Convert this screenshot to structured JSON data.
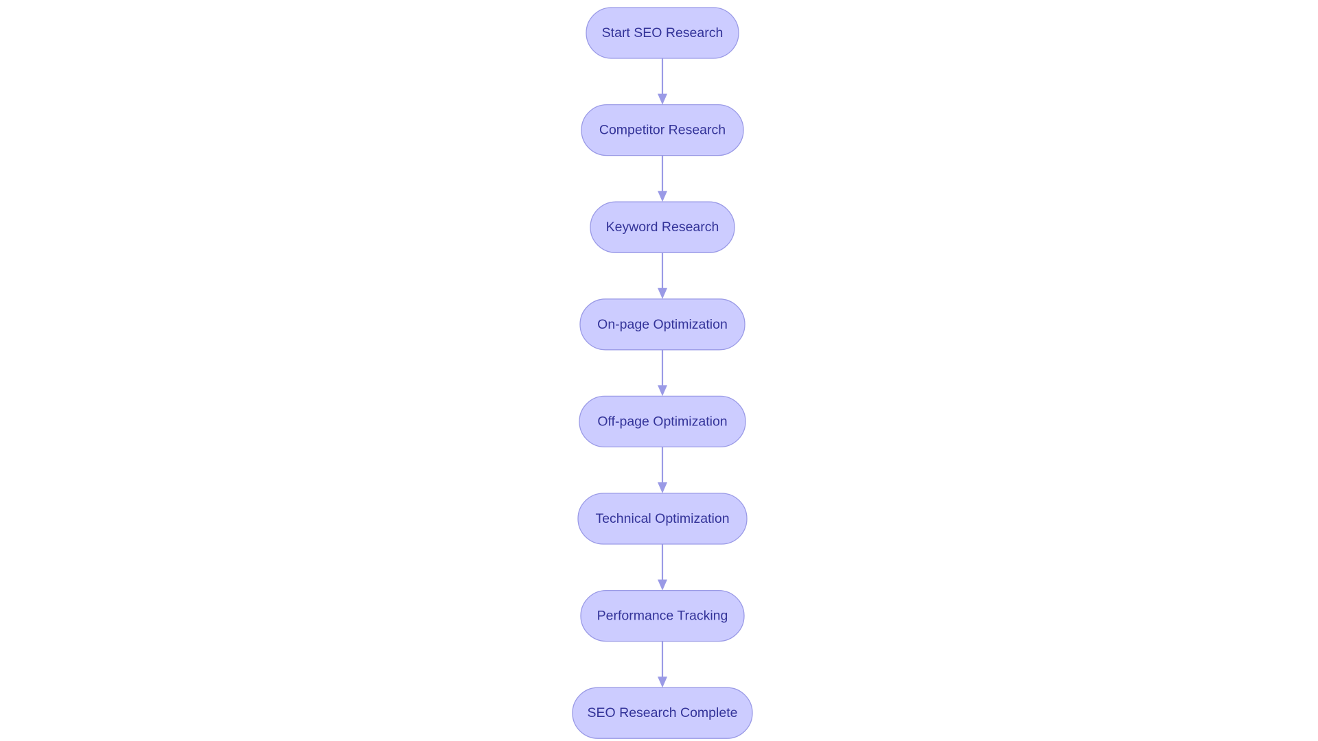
{
  "diagram": {
    "type": "flowchart",
    "direction": "top-to-bottom",
    "colors": {
      "node_fill": "#ccccff",
      "node_border": "#9a9ae6",
      "node_text": "#333399",
      "edge": "#9a9ae6"
    },
    "nodes": [
      {
        "id": "start",
        "label": "Start SEO Research"
      },
      {
        "id": "competitor",
        "label": "Competitor Research"
      },
      {
        "id": "keyword",
        "label": "Keyword Research"
      },
      {
        "id": "onpage",
        "label": "On-page Optimization"
      },
      {
        "id": "offpage",
        "label": "Off-page Optimization"
      },
      {
        "id": "technical",
        "label": "Technical Optimization"
      },
      {
        "id": "performance",
        "label": "Performance Tracking"
      },
      {
        "id": "complete",
        "label": "SEO Research Complete"
      }
    ],
    "edges": [
      {
        "from": "start",
        "to": "competitor"
      },
      {
        "from": "competitor",
        "to": "keyword"
      },
      {
        "from": "keyword",
        "to": "onpage"
      },
      {
        "from": "onpage",
        "to": "offpage"
      },
      {
        "from": "offpage",
        "to": "technical"
      },
      {
        "from": "technical",
        "to": "performance"
      },
      {
        "from": "performance",
        "to": "complete"
      }
    ]
  }
}
